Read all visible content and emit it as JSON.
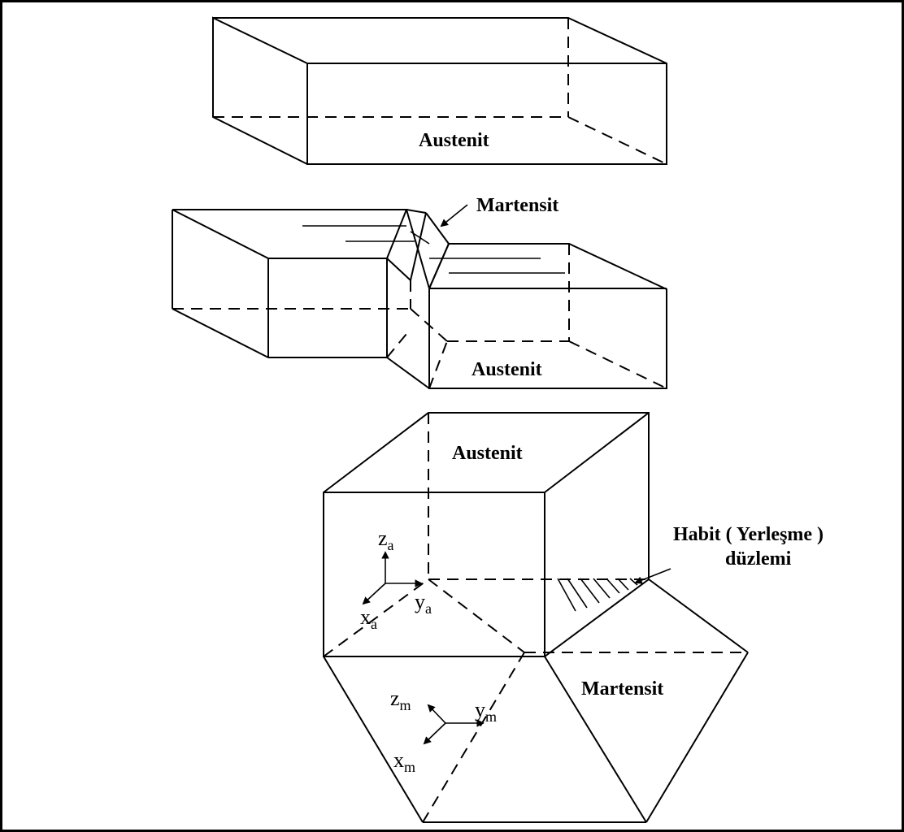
{
  "labels": {
    "austenite_top": "Austenit",
    "martensite_mid": "Martensit",
    "austenite_mid": "Austenit",
    "austenite_bottom": "Austenit",
    "habit_line1": "Habit ( Yerleşme )",
    "habit_line2": "düzlemi",
    "martensite_bottom": "Martensit"
  },
  "axes": {
    "austenite": {
      "z": "z",
      "z_sub": "a",
      "y": "y",
      "y_sub": "a",
      "x": "x",
      "x_sub": "a"
    },
    "martensite": {
      "z": "z",
      "z_sub": "m",
      "y": "y",
      "y_sub": "m",
      "x": "x",
      "x_sub": "m"
    }
  }
}
